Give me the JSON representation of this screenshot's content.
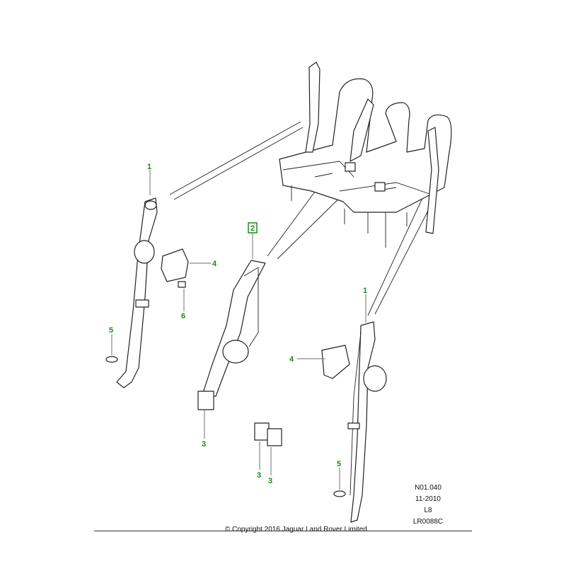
{
  "callouts": [
    {
      "id": "c1a",
      "label": "1"
    },
    {
      "id": "c4a",
      "label": "4"
    },
    {
      "id": "c6",
      "label": "6"
    },
    {
      "id": "c5a",
      "label": "5"
    },
    {
      "id": "c2",
      "label": "2"
    },
    {
      "id": "c3a",
      "label": "3"
    },
    {
      "id": "c3b",
      "label": "3"
    },
    {
      "id": "c3c",
      "label": "3"
    },
    {
      "id": "c4b",
      "label": "4"
    },
    {
      "id": "c1b",
      "label": "1"
    },
    {
      "id": "c5b",
      "label": "5"
    }
  ],
  "highlighted_callout": "2",
  "reference": {
    "code": "N01.040",
    "date": "11-2010",
    "level": "L8",
    "drawing": "LR0088C"
  },
  "copyright": "© Copyright  2016   Jaguar Land Rover Limited",
  "colors": {
    "callout": "#1a8a1a",
    "leader": "#888888"
  }
}
